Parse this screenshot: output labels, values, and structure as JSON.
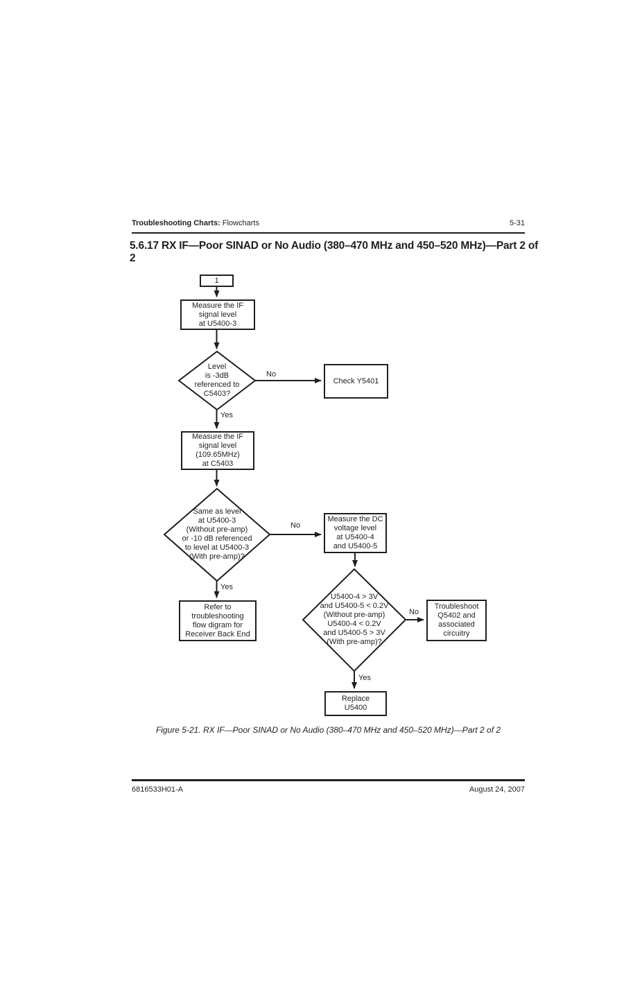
{
  "header": {
    "section": "Troubleshooting Charts:",
    "subsection": "Flowcharts",
    "page_number": "5-31"
  },
  "title": "5.6.17  RX IF—Poor SINAD or No Audio (380–470 MHz and 450–520 MHz)—Part 2 of 2",
  "flowchart": {
    "start_connector": "1",
    "nodes": {
      "measure_if_u5400_3": "Measure the IF\nsignal level\nat U5400-3",
      "decision_level_3db": "Level\nis -3dB\nreferenced to\nC5403?",
      "check_y5401": "Check Y5401",
      "measure_if_c5403": "Measure the IF\nsignal level\n(109.65MHz)\nat C5403",
      "decision_same_level": "Same as level\nat U5400-3\n(Without pre-amp)\nor -10 dB referenced\nto level at U5400-3\n(With pre-amp)?",
      "measure_dc_voltage": "Measure the DC\nvoltage level\nat U5400-4\nand U5400-5",
      "refer_receiver_back_end": "Refer to\ntroubleshooting\nflow digram for\nReceiver Back End",
      "decision_dc_levels": "U5400-4 > 3V\nand U5400-5 < 0.2V\n(Without pre-amp)\nU5400-4 < 0.2V\nand U5400-5 > 3V\n(With pre-amp)?",
      "troubleshoot_q5402": "Troubleshoot\nQ5402 and\nassociated\ncircuitry",
      "replace_u5400": "Replace\nU5400"
    },
    "edge_labels": {
      "yes": "Yes",
      "no": "No"
    }
  },
  "caption": "Figure 5-21.  RX IF—Poor SINAD or No Audio (380–470 MHz and 450–520 MHz)—Part 2 of 2",
  "footer": {
    "doc_number": "6816533H01-A",
    "date": "August 24, 2007"
  },
  "colors": {
    "ink": "#1f1f1f",
    "paper": "#ffffff"
  }
}
